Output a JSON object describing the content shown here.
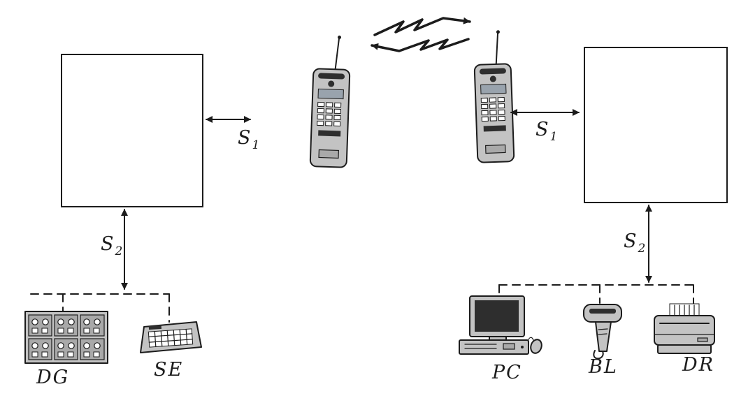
{
  "diagram": {
    "interface_labels": {
      "s1": {
        "main": "S",
        "sub": "1"
      },
      "s2": {
        "main": "S",
        "sub": "2"
      }
    },
    "device_labels": {
      "control_panel": "DG",
      "keyboard": "SE",
      "pc": "PC",
      "barcode_reader": "BL",
      "printer": "DR"
    }
  },
  "colors": {
    "ink": "#1c1c1c",
    "paper": "#ffffff",
    "device_gray": "#c3c3c3",
    "panel_gray": "#a9a9a9",
    "screen_dark": "#2e2e2e",
    "lcd": "#99a3ad"
  }
}
